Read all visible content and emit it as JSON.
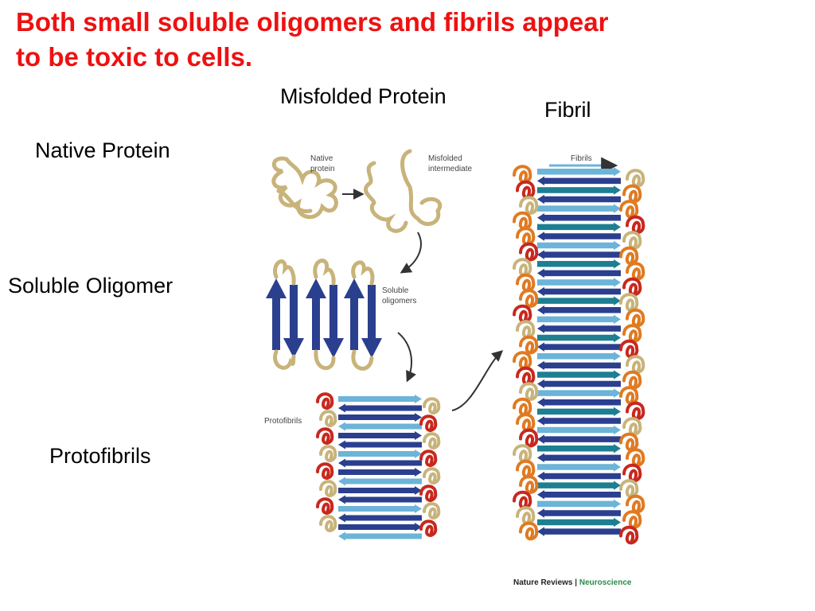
{
  "slide": {
    "title_line1": "Both small soluble oligomers and fibrils appear",
    "title_line2": "to be toxic to cells."
  },
  "outer_labels": {
    "misfolded_protein": "Misfolded Protein",
    "fibril": "Fibril",
    "native_protein": "Native Protein",
    "soluble_oligomer": "Soluble Oligomer",
    "protofibrils": "Protofibrils"
  },
  "figure_labels": {
    "native_line1": "Native",
    "native_line2": "protein",
    "misfolded_line1": "Misfolded",
    "misfolded_line2": "intermediate",
    "soluble_line1": "Soluble",
    "soluble_line2": "oligomers",
    "protofibrils": "Protofibrils",
    "fibrils": "Fibrils"
  },
  "credit": {
    "journal": "Nature Reviews",
    "separator": "|",
    "journal_sub": "Neuroscience"
  },
  "colors": {
    "title": "#ee1111",
    "strand_dark": "#2b3f8f",
    "strand_light": "#6cb4d8",
    "strand_teal": "#1d7f91",
    "coil_tan": "#c8b37a",
    "coil_red": "#c8281e",
    "coil_orange": "#e07a22",
    "arrow_dark": "#333333"
  }
}
